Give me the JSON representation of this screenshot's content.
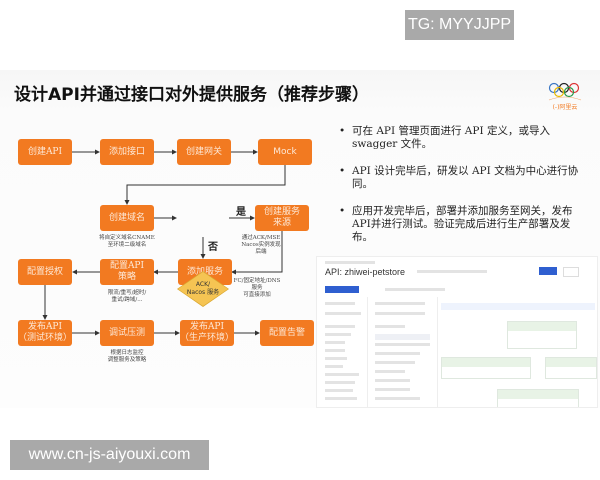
{
  "watermarks": {
    "top": "TG: MYYJJPP",
    "bottom": "www.cn-js-aiyouxi.com"
  },
  "slide": {
    "title": "设计API并通过接口对外提供服务（推荐步骤）",
    "logo": "阿里云",
    "colors": {
      "box": "#f27a21",
      "diamond": "#f5c453"
    },
    "flow": {
      "create_api": "创建API",
      "add_interface": "添加接口",
      "create_gateway": "创建网关",
      "mock": "Mock",
      "create_domain": "创建域名",
      "decision": "ACK/\nNacos 服务",
      "yes": "是",
      "no": "否",
      "create_service_source": "创建服务\n来源",
      "add_service": "添加服务",
      "config_api_policy": "配置API\n策略",
      "config_auth": "配置授权",
      "publish_test": "发布API\n（测试环境）",
      "debug_test": "调试压测",
      "publish_prod": "发布API\n（生产环境）",
      "config_alert": "配置告警",
      "cap_domain": "将自定义域名CNAME\n至环境二级域名",
      "cap_service_source": "通过ACK/MSE\nNacos实例发现\n后端",
      "cap_add_service": "FC/固定地址/DNS\n服务\n可直接添加",
      "cap_policy": "限流/重写/超时/\n重试/跨域/...",
      "cap_debug": "根据日志监控\n调整服务及策略"
    },
    "bullets": [
      "可在 API 管理页面进行 API 定义，或导入 swagger 文件。",
      "API 设计完毕后，研发以 API 文档为中心进行协同。",
      "应用开发完毕后，部署并添加服务至网关，发布API并进行测试。验证完成后进行生产部署及发布。"
    ],
    "screenshot": {
      "title": "API: zhiwei-petstore"
    }
  }
}
